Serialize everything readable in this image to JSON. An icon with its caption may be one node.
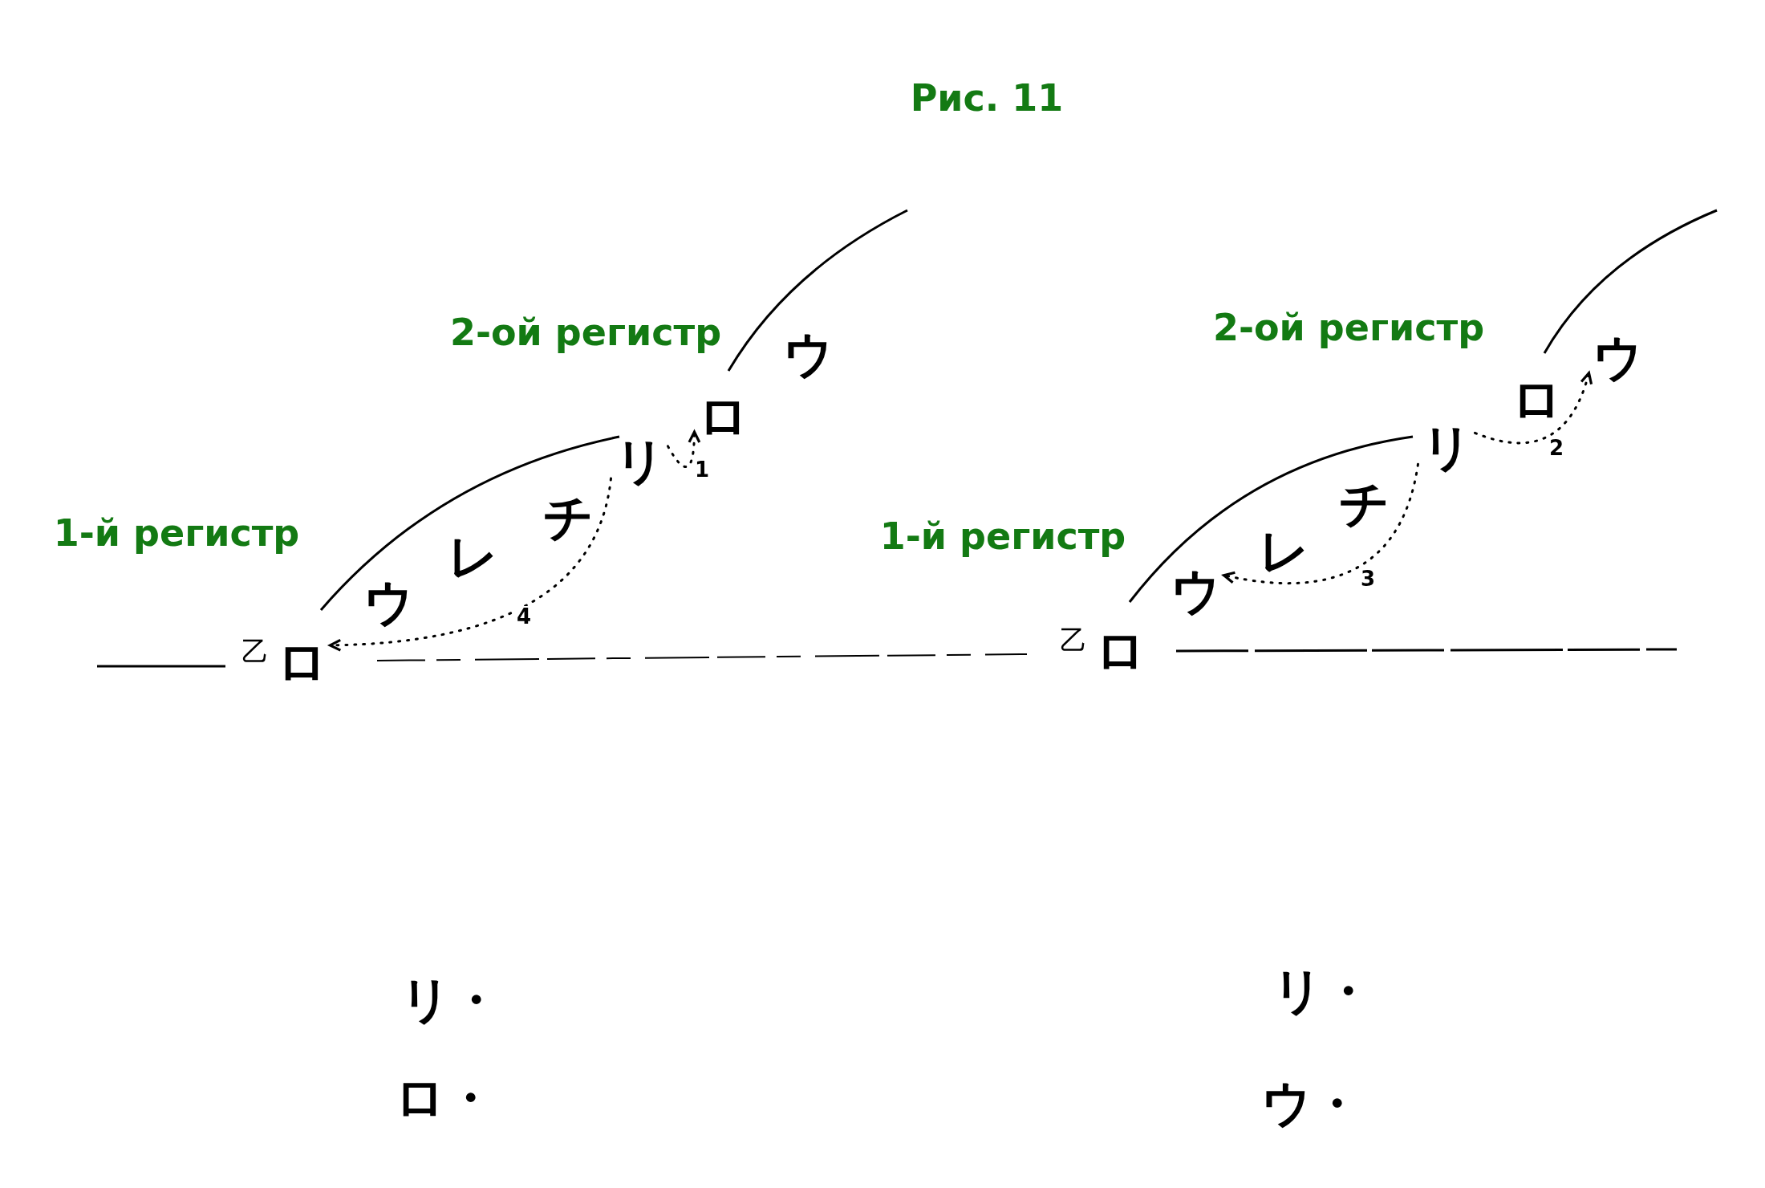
{
  "diagram": {
    "title": "Рис. 11",
    "nodes": [
      {
        "text": [
          "ロ"
        ],
        "beside": [
          "乙"
        ]
      },
      {
        "text": [
          "ウ"
        ]
      },
      {
        "text": [
          "レ"
        ]
      },
      {
        "text": [
          "チ"
        ]
      },
      {
        "text": [
          "リ"
        ]
      },
      {
        "text": [
          "ロ"
        ]
      },
      {
        "text": [
          "ウ"
        ]
      },
      {
        "text": [
          "ロ"
        ],
        "beside": [
          "乙"
        ]
      },
      {
        "text": [
          "ウ"
        ]
      },
      {
        "text": [
          "レ"
        ]
      },
      {
        "text": [
          "チ"
        ]
      },
      {
        "text": [
          "リ"
        ]
      },
      {
        "text": [
          "ロ"
        ]
      },
      {
        "text": [
          "ウ"
        ]
      }
    ],
    "edges": [
      {
        "from": 4,
        "to": 5,
        "arrow": "to",
        "label": "1",
        "style": "dashed"
      },
      {
        "from": 4,
        "to": 0,
        "arrow": "to",
        "label": "4",
        "style": "dashed"
      },
      {
        "from": 11,
        "to": 13,
        "arrow": "to",
        "label": "2",
        "style": "dashed"
      },
      {
        "from": 11,
        "to": 8,
        "arrow": "to",
        "label": "3",
        "style": "dashed"
      }
    ],
    "labels": [
      "2-ой регистр",
      "2-ой регистр",
      "1-й регистр",
      "1-й регистр",
      "リ・",
      "リ・",
      "ロ・",
      "ウ・"
    ]
  }
}
